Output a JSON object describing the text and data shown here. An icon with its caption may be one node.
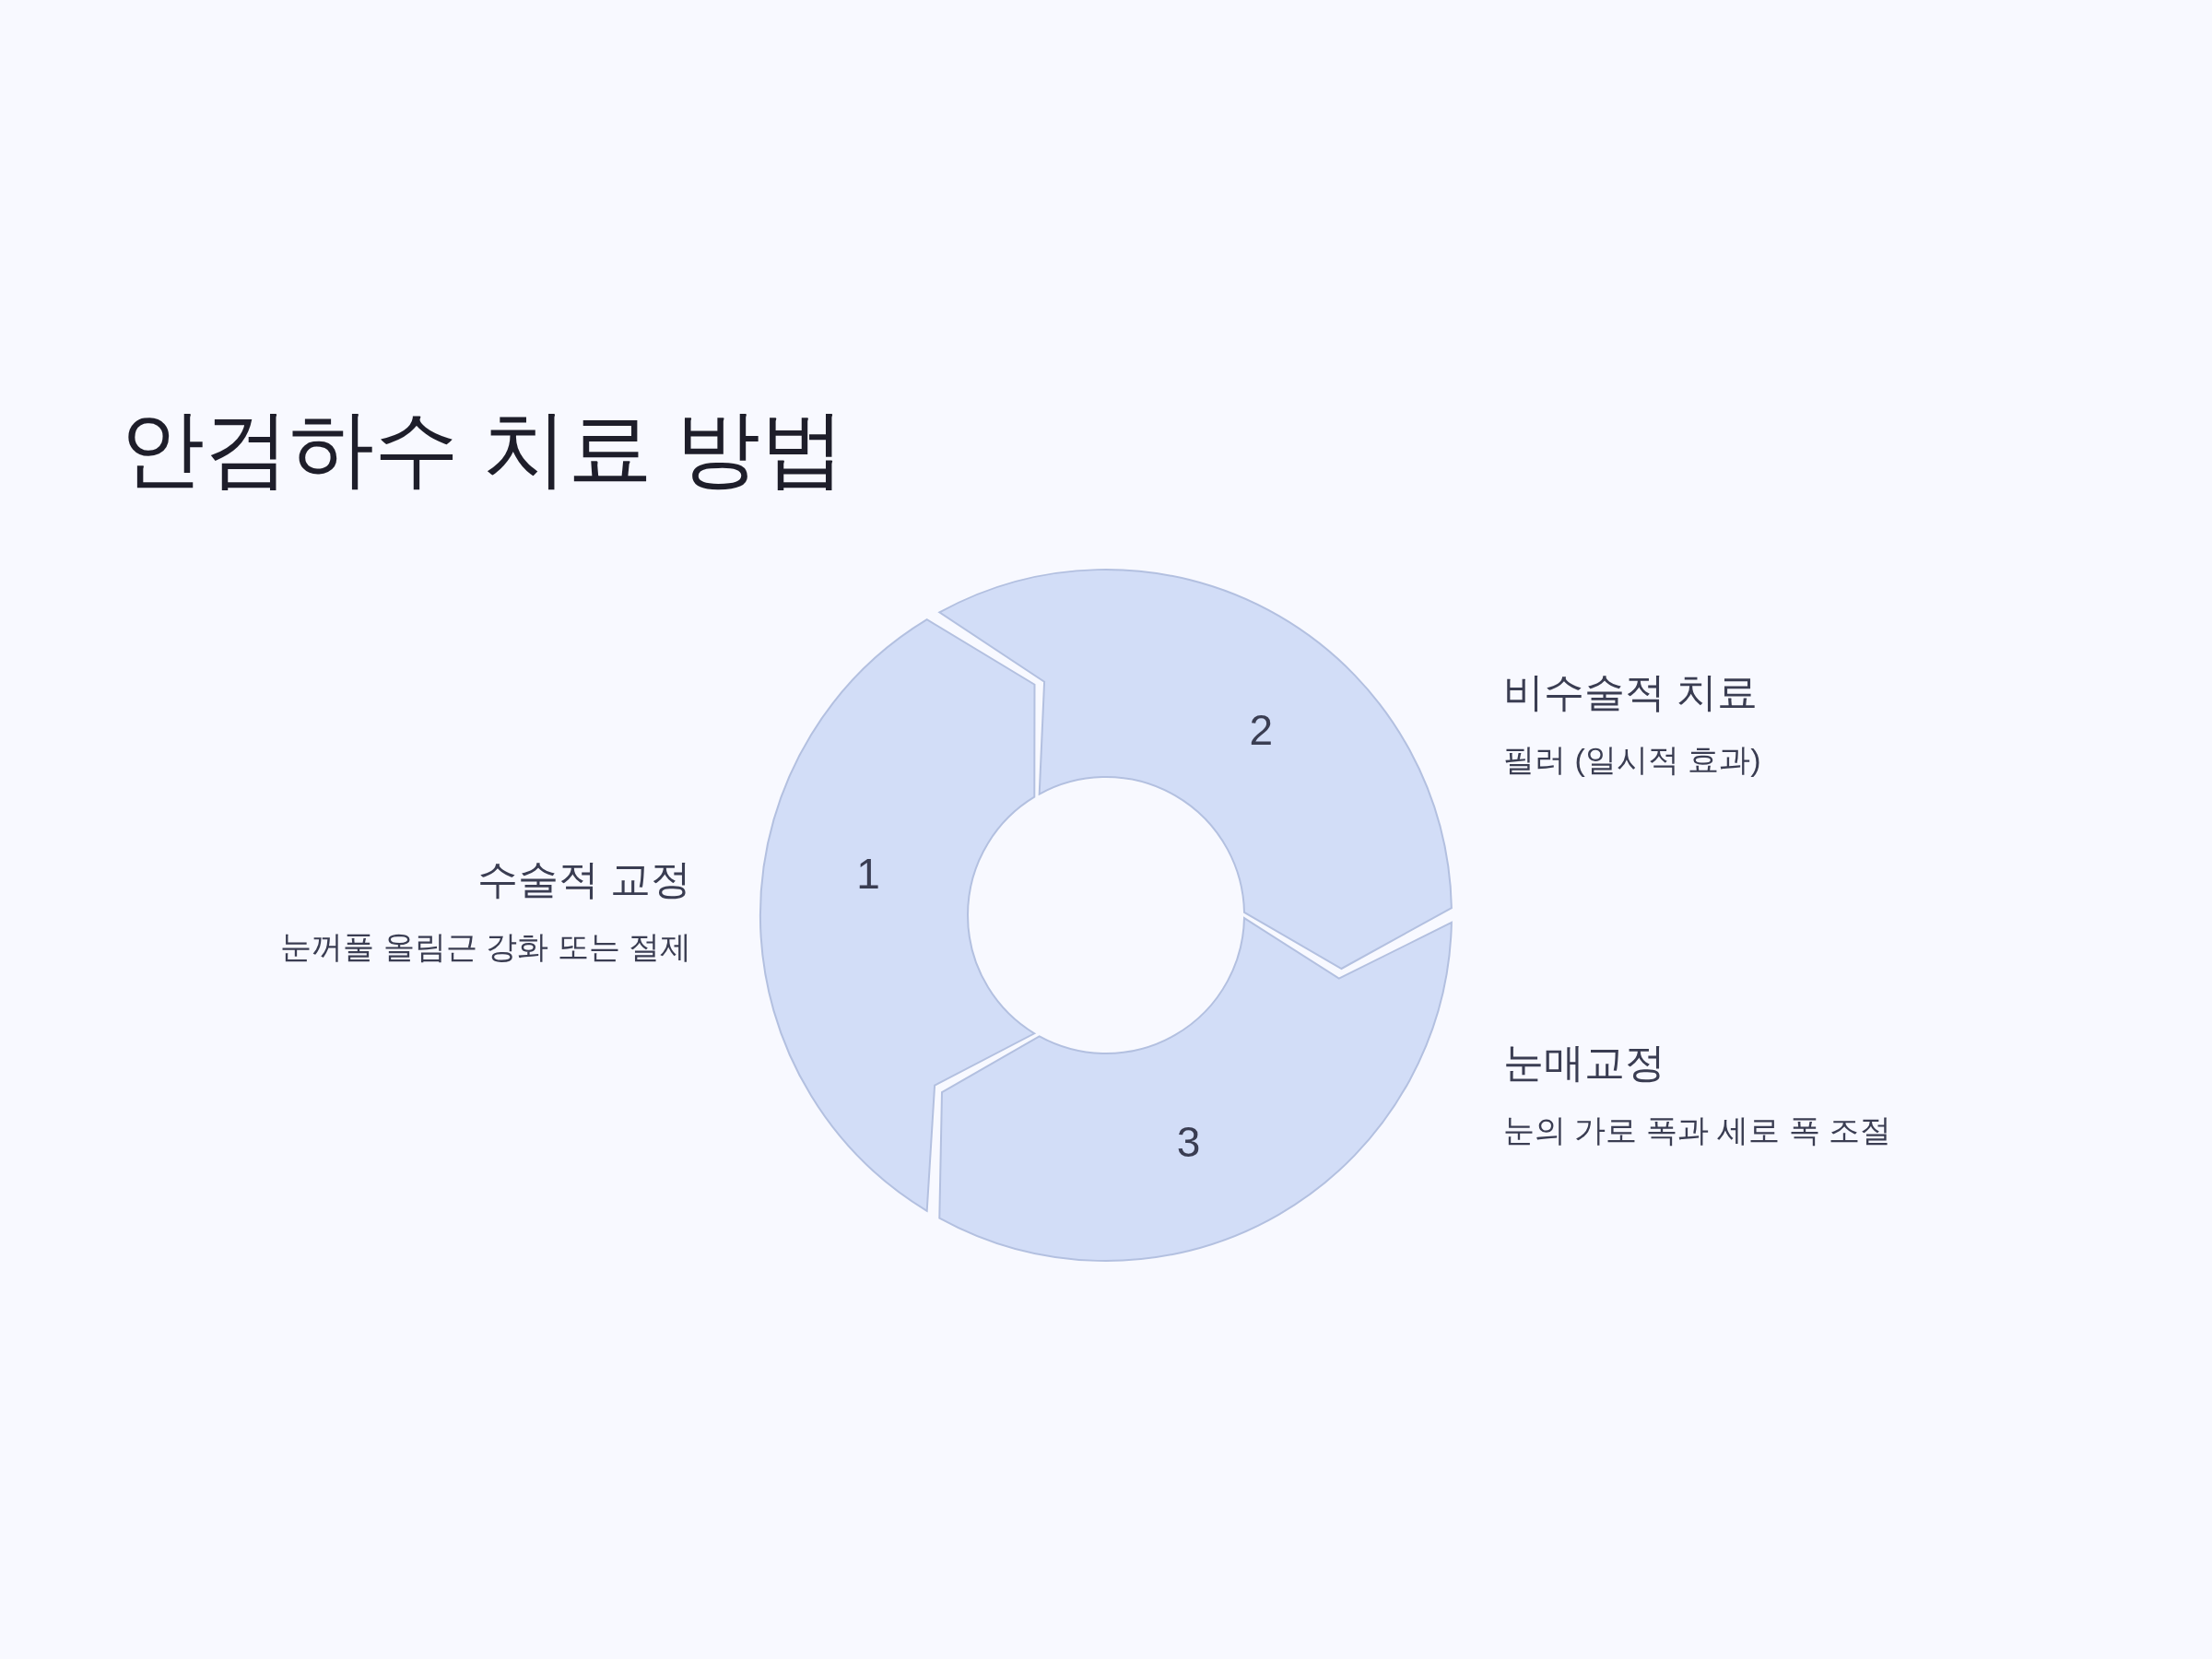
{
  "diagram": {
    "title": "안검하수 치료 방법",
    "nodes": [
      {
        "text": [
          "1"
        ],
        "beside": [
          "수술적 교정",
          "눈꺼풀 올림근 강화 또는 절제"
        ]
      },
      {
        "text": [
          "2"
        ],
        "beside": [
          "비수술적 치료",
          "필러 (일시적 효과)"
        ]
      },
      {
        "text": [
          "3"
        ],
        "beside": [
          "눈매교정",
          "눈의 가로 폭과 세로 폭 조절"
        ]
      }
    ]
  }
}
